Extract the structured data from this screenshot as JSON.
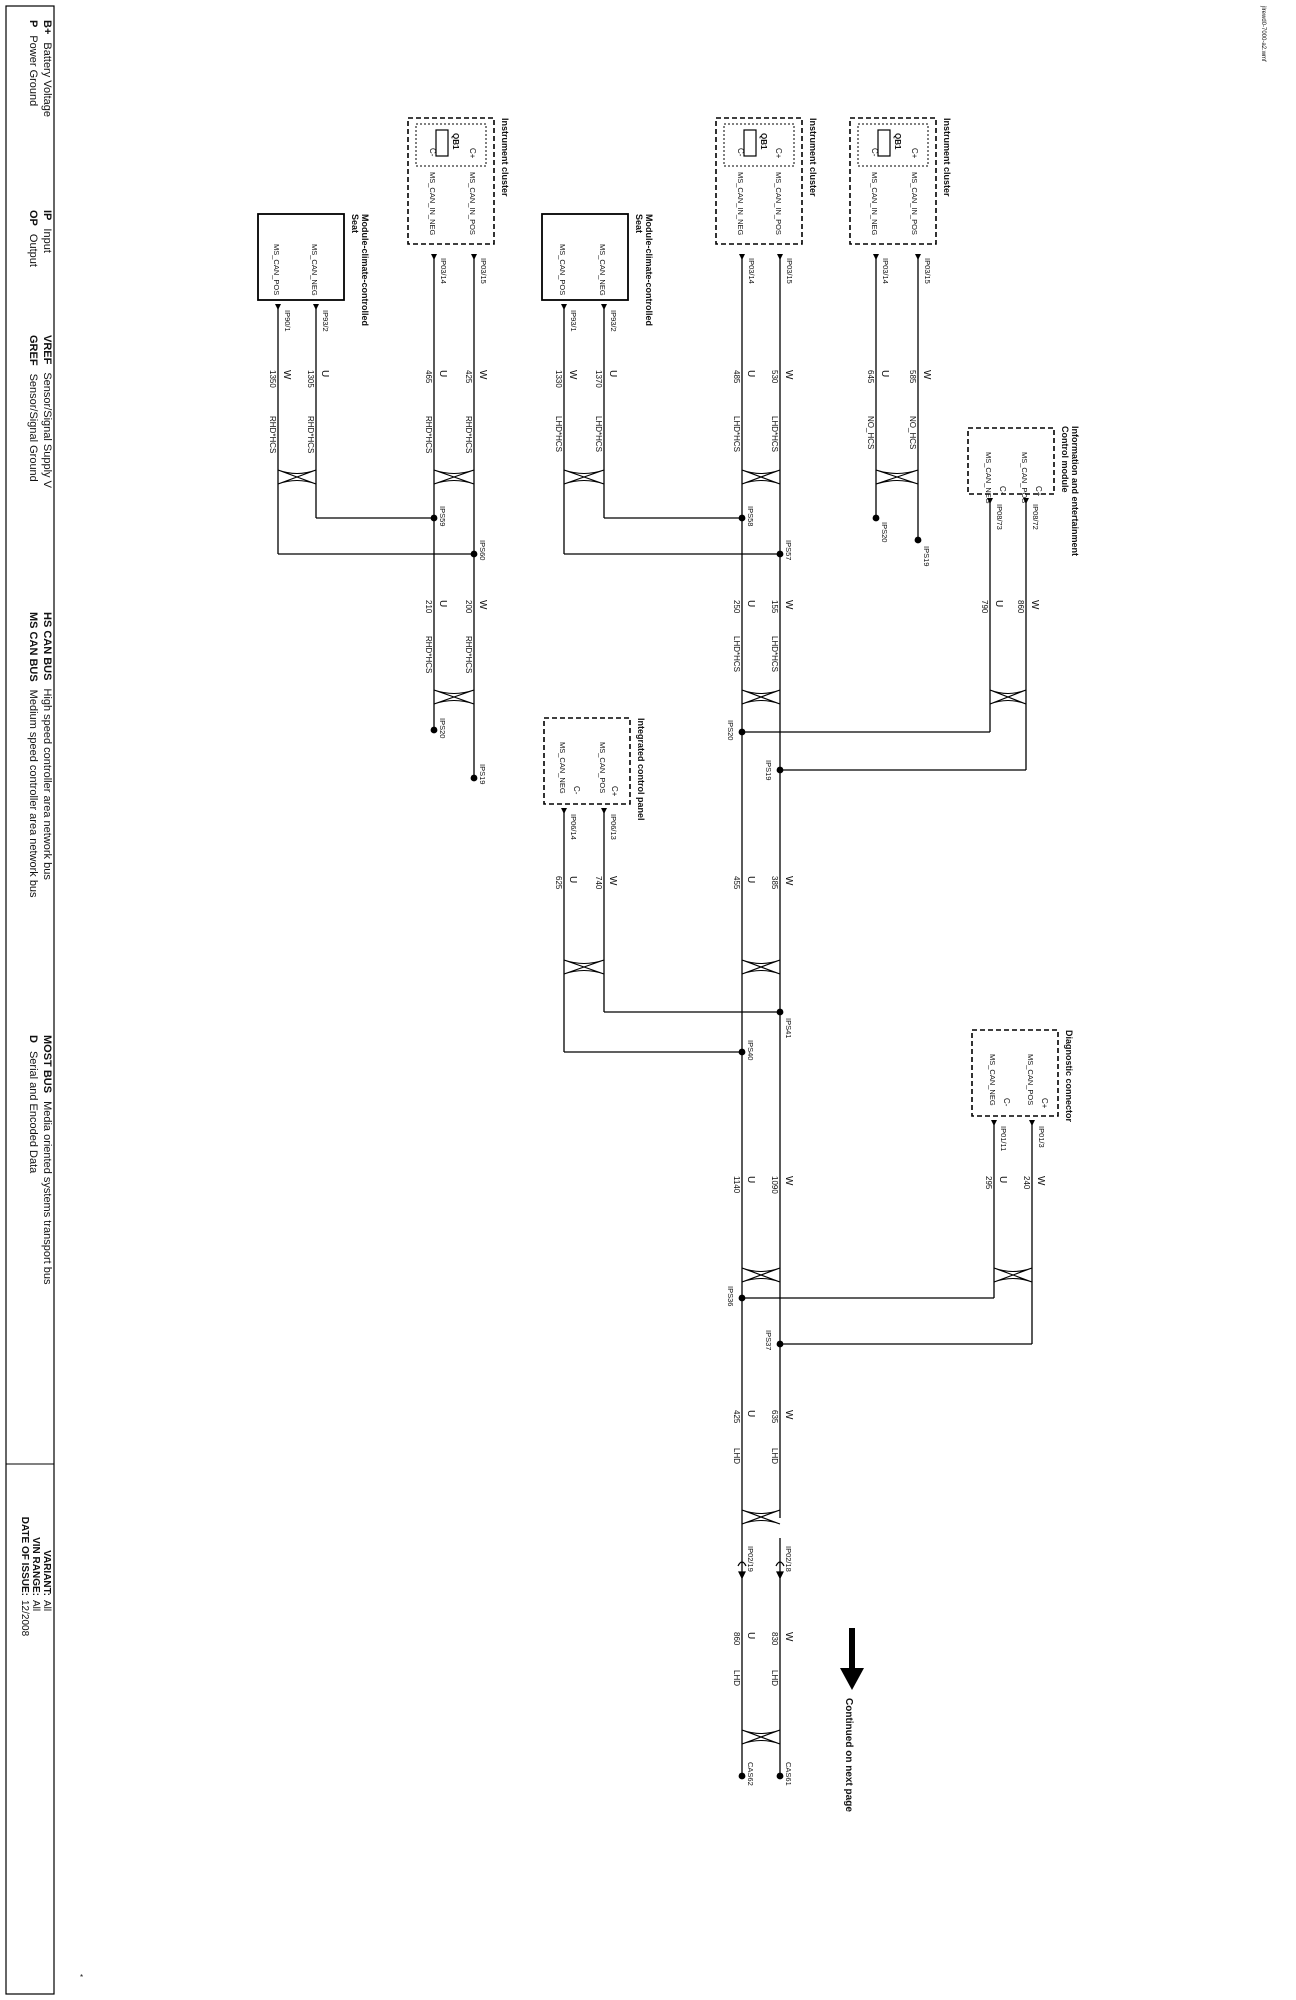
{
  "file_ref": "jlrewd0-7000-a2.wmf",
  "continued_label": "Continued on next page",
  "modules": {
    "ic1": {
      "title": "Instrument cluster",
      "qbi": "QB1",
      "cpos": "C+",
      "cneg": "C-",
      "pos": "MS_CAN_IN_POS",
      "neg": "MS_CAN_IN_NEG",
      "pos_pin": "IP03/15",
      "neg_pin": "IP03/14"
    },
    "ic2": {
      "title": "Instrument cluster",
      "qbi": "QB1",
      "cpos": "C+",
      "cneg": "C-",
      "pos": "MS_CAN_IN_POS",
      "neg": "MS_CAN_IN_NEG",
      "pos_pin": "IP03/15",
      "neg_pin": "IP03/14"
    },
    "ic3": {
      "title": "Instrument cluster",
      "qbi": "QB1",
      "cpos": "C+",
      "cneg": "C-",
      "pos": "MS_CAN_IN_POS",
      "neg": "MS_CAN_IN_NEG",
      "pos_pin": "IP03/15",
      "neg_pin": "IP03/14"
    },
    "seat_l": {
      "title_1": "Module-climate-controlled",
      "title_2": "Seat",
      "neg": "MS_CAN_NEG",
      "pos": "MS_CAN_POS",
      "neg_pin": "IP93/2",
      "pos_pin": "IP93/1"
    },
    "seat_r": {
      "title_1": "Module-climate-controlled",
      "title_2": "Seat",
      "neg": "MS_CAN_NEG",
      "pos": "MS_CAN_POS",
      "neg_pin": "IP93/2",
      "pos_pin": "IP90/1"
    },
    "iecm": {
      "title_1": "Information and entertainment",
      "title_2": "Control module",
      "cpos": "C+",
      "cneg": "C-",
      "pos": "MS_CAN_POS",
      "neg": "MS_CAN_NEG",
      "pos_pin": "IP08/72",
      "neg_pin": "IP08/73"
    },
    "icp": {
      "title": "Integrated control panel",
      "cpos": "C+",
      "cneg": "C-",
      "pos": "MS_CAN_POS",
      "neg": "MS_CAN_NEG",
      "pos_pin": "IP06/13",
      "neg_pin": "IP06/14"
    },
    "diag": {
      "title": "Diagnostic connector",
      "cpos": "C+",
      "cneg": "C-",
      "pos": "MS_CAN_POS",
      "neg": "MS_CAN_NEG",
      "pos_pin": "IP01/3",
      "neg_pin": "IP01/11"
    }
  },
  "wires": {
    "ic1": {
      "wc": "W",
      "uc": "U",
      "wl": "585",
      "ul": "645",
      "wn": "NO_HCS",
      "un": "NO_HCS"
    },
    "ic2": {
      "wc": "W",
      "uc": "U",
      "wl": "530",
      "ul": "485",
      "wn": "LHD*HCS",
      "un": "LHD*HCS"
    },
    "ic3": {
      "wc": "W",
      "uc": "U",
      "wl": "425",
      "ul": "465",
      "wn": "RHD*HCS",
      "un": "RHD*HCS"
    },
    "seat_l": {
      "wc": "W",
      "uc": "U",
      "wl": "1330",
      "ul": "1370",
      "wn": "LHD*HCS",
      "un": "LHD*HCS"
    },
    "seat_r": {
      "wc": "W",
      "uc": "U",
      "wl": "1350",
      "ul": "1305",
      "wn": "RHD*HCS",
      "un": "RHD*HCS"
    },
    "iecm": {
      "wc": "W",
      "uc": "U",
      "wl": "860",
      "ul": "790"
    },
    "main1": {
      "wc": "W",
      "uc": "U",
      "wl": "155",
      "ul": "250",
      "wn": "LHD*HCS",
      "un": "LHD*HCS"
    },
    "main2": {
      "wc": "W",
      "uc": "U",
      "wl": "200",
      "ul": "210",
      "wn": "RHD*HCS",
      "un": "RHD*HCS"
    },
    "icp": {
      "wc": "W",
      "uc": "U",
      "wl": "740",
      "ul": "625"
    },
    "trunk1": {
      "wc": "W",
      "uc": "U",
      "wl": "385",
      "ul": "455"
    },
    "trunk2": {
      "wc": "W",
      "uc": "U",
      "wl": "1090",
      "ul": "1140"
    },
    "diag": {
      "wc": "W",
      "uc": "U",
      "wl": "240",
      "ul": "295"
    },
    "trunk3": {
      "wc": "W",
      "uc": "U",
      "wl": "635",
      "ul": "425",
      "wn": "LHD",
      "un": "LHD"
    },
    "trunk4": {
      "wc": "W",
      "uc": "U",
      "wl": "830",
      "ul": "860",
      "wn": "LHD",
      "un": "LHD"
    }
  },
  "splices": {
    "s19a": "IPS19",
    "s20a": "IPS20",
    "s57": "IPS57",
    "s58": "IPS58",
    "s60": "IPS60",
    "s59": "IPS59",
    "s19b": "IPS19",
    "s20b": "IPS20",
    "s19c": "IPS19",
    "s20c": "IPS20",
    "s41": "IPS41",
    "s40": "IPS40",
    "s37": "IPS37",
    "s36": "IPS36"
  },
  "connectors": {
    "c1": "IP02/18",
    "c2": "IP02/19",
    "end1": "CAS61",
    "end2": "CAS62"
  },
  "legend": [
    {
      "code": "B+",
      "text": "Battery Voltage"
    },
    {
      "code": "P",
      "text": "Power Ground"
    },
    {
      "code": "IP",
      "text": "Input"
    },
    {
      "code": "OP",
      "text": "Output"
    },
    {
      "code": "VREF",
      "text": "Sensor/Signal Supply V"
    },
    {
      "code": "GREF",
      "text": "Sensor/Signal Ground"
    },
    {
      "code": "HS CAN BUS",
      "text": "High speed controller area network bus"
    },
    {
      "code": "MS CAN BUS",
      "text": "Medium speed controller area network bus"
    },
    {
      "code": "MOST BUS",
      "text": "Media oriented systems transport bus"
    },
    {
      "code": "D",
      "text": "Serial and Encoded Data"
    }
  ],
  "info": {
    "variant_label": "VARIANT:",
    "variant": "All",
    "vin_label": "VIN RANGE:",
    "vin": "All",
    "date_label": "DATE OF ISSUE:",
    "date": "12/2008"
  }
}
